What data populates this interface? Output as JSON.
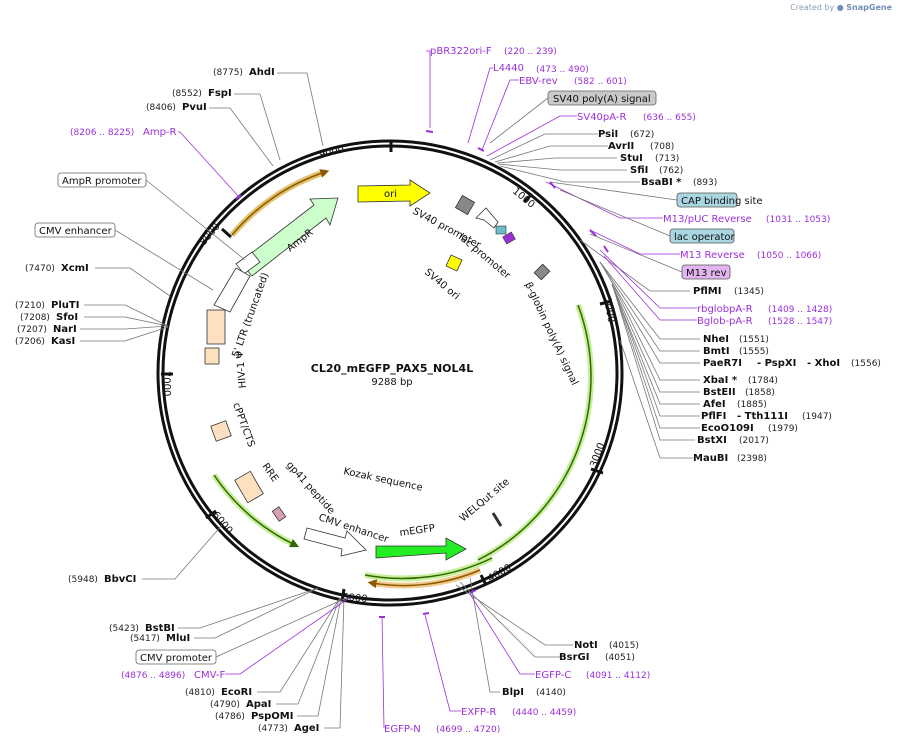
{
  "brand": {
    "created_by": "Created by",
    "app": "SnapGene"
  },
  "map": {
    "name": "CL20_mEGFP_PAX5_NOL4L",
    "length": "9288 bp",
    "total_bp": 9288
  },
  "ticks": [
    "1000",
    "2000",
    "3000",
    "4000",
    "5000",
    "6000",
    "7000",
    "8000",
    "9000"
  ],
  "enzymes": [
    {
      "name": "AhdI",
      "pos": "(8775)",
      "site": 8775
    },
    {
      "name": "FspI",
      "pos": "(8552)",
      "site": 8552
    },
    {
      "name": "PvuI",
      "pos": "(8406)",
      "site": 8406
    },
    {
      "name": "XcmI",
      "pos": "(7470)",
      "site": 7470
    },
    {
      "name": "PluTI",
      "pos": "(7210)",
      "site": 7210
    },
    {
      "name": "SfoI",
      "pos": "(7208)",
      "site": 7208
    },
    {
      "name": "NarI",
      "pos": "(7207)",
      "site": 7207
    },
    {
      "name": "KasI",
      "pos": "(7206)",
      "site": 7206
    },
    {
      "name": "BbvCI",
      "pos": "(5948)",
      "site": 5948
    },
    {
      "name": "BstBI",
      "pos": "(5423)",
      "site": 5423
    },
    {
      "name": "MluI",
      "pos": "(5417)",
      "site": 5417
    },
    {
      "name": "EcoRI",
      "pos": "(4810)",
      "site": 4810
    },
    {
      "name": "ApaI",
      "pos": "(4790)",
      "site": 4790
    },
    {
      "name": "PspOMI",
      "pos": "(4786)",
      "site": 4786
    },
    {
      "name": "AgeI",
      "pos": "(4773)",
      "site": 4773
    },
    {
      "name": "PsiI",
      "pos": "(672)",
      "site": 672
    },
    {
      "name": "AvrII",
      "pos": "(708)",
      "site": 708
    },
    {
      "name": "StuI",
      "pos": "(713)",
      "site": 713
    },
    {
      "name": "SfiI",
      "pos": "(762)",
      "site": 762
    },
    {
      "name": "BsaBI *",
      "pos": "(893)",
      "site": 893
    },
    {
      "name": "PflMI",
      "pos": "(1345)",
      "site": 1345
    },
    {
      "name": "NheI",
      "pos": "(1551)",
      "site": 1551
    },
    {
      "name": "BmtI",
      "pos": "(1555)",
      "site": 1555
    },
    {
      "name": "PaeR7I",
      "sep": "- PspXI",
      "sep2": "- XhoI",
      "pos": "(1556)",
      "site": 1556
    },
    {
      "name": "XbaI *",
      "pos": "(1784)",
      "site": 1784
    },
    {
      "name": "BstEII",
      "pos": "(1858)",
      "site": 1858
    },
    {
      "name": "AfeI",
      "pos": "(1885)",
      "site": 1885
    },
    {
      "name": "PflFI",
      "sep": "- Tth111I",
      "pos": "(1947)",
      "site": 1947
    },
    {
      "name": "EcoO109I",
      "pos": "(1979)",
      "site": 1979
    },
    {
      "name": "BstXI",
      "pos": "(2017)",
      "site": 2017
    },
    {
      "name": "MauBI",
      "pos": "(2398)",
      "site": 2398
    },
    {
      "name": "NotI",
      "pos": "(4015)",
      "site": 4015
    },
    {
      "name": "BsrGI",
      "pos": "(4051)",
      "site": 4051
    },
    {
      "name": "BlpI",
      "pos": "(4140)",
      "site": 4140
    }
  ],
  "primers": [
    {
      "name": "pBR322ori-F",
      "pos": "(220 .. 239)"
    },
    {
      "name": "L4440",
      "pos": "(473 .. 490)"
    },
    {
      "name": "EBV-rev",
      "pos": "(582 .. 601)"
    },
    {
      "name": "SV40pA-R",
      "pos": "(636 .. 655)"
    },
    {
      "name": "M13/pUC Reverse",
      "pos": "(1031 .. 1053)"
    },
    {
      "name": "M13 Reverse",
      "pos": "(1050 .. 1066)"
    },
    {
      "name": "rbglobpA-R",
      "pos": "(1409 .. 1428)"
    },
    {
      "name": "Bglob-pA-R",
      "pos": "(1528 .. 1547)"
    },
    {
      "name": "EGFP-C",
      "pos": "(4091 .. 4112)"
    },
    {
      "name": "EXFP-R",
      "pos": "(4440 .. 4459)"
    },
    {
      "name": "EGFP-N",
      "pos": "(4699 .. 4720)"
    },
    {
      "name": "CMV-F",
      "pos": "(4876 .. 4896)"
    },
    {
      "name": "Amp-R",
      "pos": "(8206 .. 8225)"
    }
  ],
  "boxed_labels": [
    {
      "text": "SV40 poly(A) signal",
      "fill": "#c9c9c9"
    },
    {
      "text": "CAP binding site",
      "fill": "#a9d6e0"
    },
    {
      "text": "lac operator",
      "fill": "#a9d6e0"
    },
    {
      "text": "M13 rev",
      "fill": "#e2b5f0"
    },
    {
      "text": "AmpR promoter",
      "fill": "#ffffff"
    },
    {
      "text": "CMV enhancer",
      "fill": "#ffffff"
    },
    {
      "text": "CMV promoter",
      "fill": "#ffffff"
    }
  ],
  "features": [
    {
      "text": "ori"
    },
    {
      "text": "SV40 promoter"
    },
    {
      "text": "lac promoter"
    },
    {
      "text": "SV40 ori"
    },
    {
      "text": "β-globin poly(A) signal"
    },
    {
      "text": "AmpR"
    },
    {
      "text": "5' LTR (truncated)"
    },
    {
      "text": "HIV-1 Ψ"
    },
    {
      "text": "cPPT/CTS"
    },
    {
      "text": "RRE"
    },
    {
      "text": "gp41 peptide"
    },
    {
      "text": "Kozak sequence"
    },
    {
      "text": "CMV enhancer"
    },
    {
      "text": "mEGFP"
    },
    {
      "text": "WELQut site"
    }
  ],
  "colors": {
    "primer": "#9b30d9",
    "ori": "#ffff00",
    "ampr": "#ccffcc",
    "egfp": "#22ee22",
    "orf_arc": "#99cc33",
    "orf_arc_inner": "#ff9933"
  }
}
